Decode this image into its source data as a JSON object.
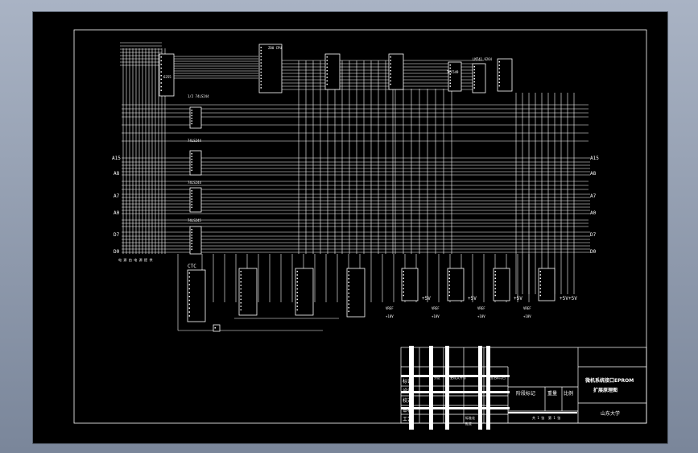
{
  "bus_labels": {
    "left": [
      "A15",
      "A8",
      "A7",
      "A0",
      "D7",
      "D0"
    ],
    "right": [
      "A15",
      "A8",
      "A7",
      "A0",
      "D7",
      "D0"
    ]
  },
  "chips": {
    "top_left": "6255",
    "cpu": "Z80\nCPU",
    "ls244_a": "1/2 74LS244",
    "ls244_b": "74LS244",
    "ls244_c": "74LS244",
    "ls245": "74LS245",
    "ctc": "CTC",
    "tlc": "TLC549",
    "top_right": "LM741 6264"
  },
  "power_labels": [
    "+5V",
    "+5V",
    "+5V",
    "+5V",
    "+5V"
  ],
  "vref_labels": [
    "VREF",
    "VREF",
    "VREF",
    "VREF"
  ],
  "v10_labels": [
    "+10V",
    "+10V",
    "+10V",
    "+10V"
  ],
  "footer_note": "电 源 由 电 源 提 供",
  "title_block": {
    "title_line1": "微机系统接口EPROM",
    "title_line2": "扩展原理图",
    "org": "山东大学",
    "row_labels": [
      "标记",
      "设计",
      "校对",
      "审核",
      "工艺"
    ],
    "mid_labels": [
      "阶段标记",
      "重量",
      "比例"
    ],
    "bottom_labels": [
      "共 1 张",
      "第 1 张"
    ],
    "small_marks": [
      "分区",
      "更改文件号",
      "签名",
      "年月日",
      "标准化",
      "批准"
    ]
  }
}
